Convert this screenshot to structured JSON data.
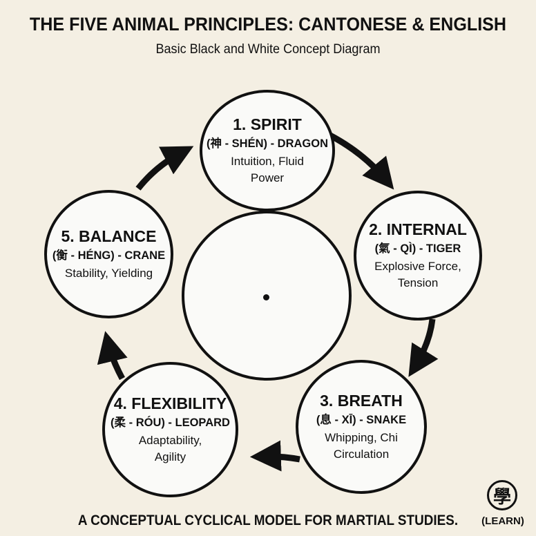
{
  "header": {
    "title": "THE FIVE ANIMAL PRINCIPLES: CANTONESE & ENGLISH",
    "subtitle": "Basic Black and White Concept Diagram"
  },
  "principles": [
    {
      "title": "1. SPIRIT",
      "chinese": "(神 - SHÉN) - DRAGON",
      "desc": "Intuition, Fluid Power"
    },
    {
      "title": "2. INTERNAL",
      "chinese": "(氣 - QÌ) - TIGER",
      "desc": "Explosive Force, Tension"
    },
    {
      "title": "3. BREATH",
      "chinese": "(息 - XĪ) - SNAKE",
      "desc": "Whipping, Chi Circulation"
    },
    {
      "title": "4. FLEXIBILITY",
      "chinese": "(柔 - RÓU) - LEOPARD",
      "desc": "Adaptability, Agility"
    },
    {
      "title": "5. BALANCE",
      "chinese": "(衡 - HÉNG) - CRANE",
      "desc": "Stability, Yielding"
    }
  ],
  "footer": {
    "caption": "A CONCEPTUAL CYCLICAL MODEL FOR MARTIAL STUDIES.",
    "seal_glyph": "學",
    "seal_label": "(LEARN)"
  }
}
